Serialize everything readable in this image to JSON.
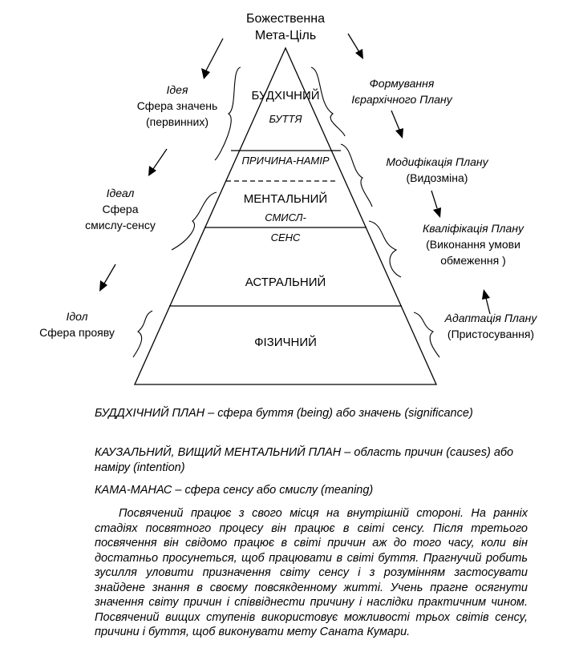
{
  "top": {
    "line1": "Божественна",
    "line2": "Мета-Ціль"
  },
  "pyramid": {
    "buddhic": "БУДХІЧНИЙ",
    "buttya": "БУТТЯ",
    "cause": "ПРИЧИНА-НАМІР",
    "mental": "МЕНТАЛЬНИЙ",
    "smysl": "СМИСЛ-",
    "sens": "СЕНС",
    "astral": "АСТРАЛЬНИЙ",
    "physical": "ФІЗИЧНИЙ"
  },
  "left": {
    "idea": {
      "title": "Ідея",
      "line2": "Сфера значень",
      "line3": "(первинних)"
    },
    "ideal": {
      "title": "Ідеал",
      "line2": "Сфера",
      "line3": "смислу-сенсу"
    },
    "idol": {
      "title": "Ідол",
      "line2": "Сфера прояву"
    }
  },
  "right": {
    "forming": {
      "line1": "Формування",
      "line2": "Ієрархічного Плану"
    },
    "modification": {
      "line1": "Модифікація Плану",
      "line2": "(Видозміна)"
    },
    "qualification": {
      "line1": "Кваліфікація Плану",
      "line2": "(Виконання умови",
      "line3": "обмеження )"
    },
    "adaptation": {
      "line1": "Адаптація Плану",
      "line2": "(Пристосування)"
    }
  },
  "definitions": [
    "БУДДХІЧНИЙ ПЛАН – сфера буття (being) або значень (significance)",
    "КАУЗАЛЬНИЙ, ВИЩИЙ МЕНТАЛЬНИЙ ПЛАН – область причин (causes) або наміру (intention)",
    "КАМА-МАНАС – сфера сенсу або смислу (meaning)"
  ],
  "paragraph": "Посвячений працює з свого місця на внутрішній стороні. На ранніх стадіях посвятного процесу він працює в світі сенсу. Після третього посвячення він свідомо працює в світі причин аж до того часу, коли він достатньо просунеться, щоб працювати в світі буття. Прагнучий робить зусилля уловити призначення світу сенсу і з розумінням застосувати знайдене знання в своєму повсякденному житті. Учень прагне осягнути значення світу причин і співвіднести причину і наслідки практичним чином. Посвячений вищих ступенів використовує можливості трьох світів сенсу, причини і буття, щоб виконувати мету Саната Кумари."
}
